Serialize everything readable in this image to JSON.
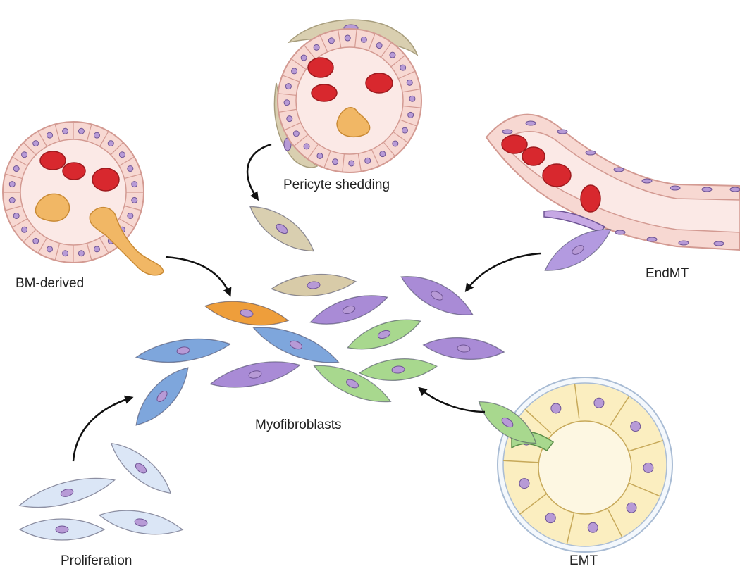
{
  "labels": {
    "pericyte_shedding": "Pericyte shedding",
    "bm_derived": "BM-derived",
    "endmt": "EndMT",
    "myofibroblasts": "Myofibroblasts",
    "proliferation": "Proliferation",
    "emt": "EMT"
  },
  "colors": {
    "vessel_wall": "#f7d8d2",
    "vessel_lumen": "#fbe9e6",
    "nucleus": "#b79ad6",
    "rbc": "#d8282e",
    "pericyte": "#d9cfb0",
    "bm_cell": "#f1b765",
    "myo_purple": "#a98bd6",
    "myo_blue": "#7ea6dc",
    "myo_green": "#a8d88e",
    "myo_tan": "#d8cba8",
    "myo_orange": "#ee9e3b",
    "prolif_cell": "#dbe6f6",
    "epithelium": "#fbeec0",
    "arrow": "#111111"
  }
}
